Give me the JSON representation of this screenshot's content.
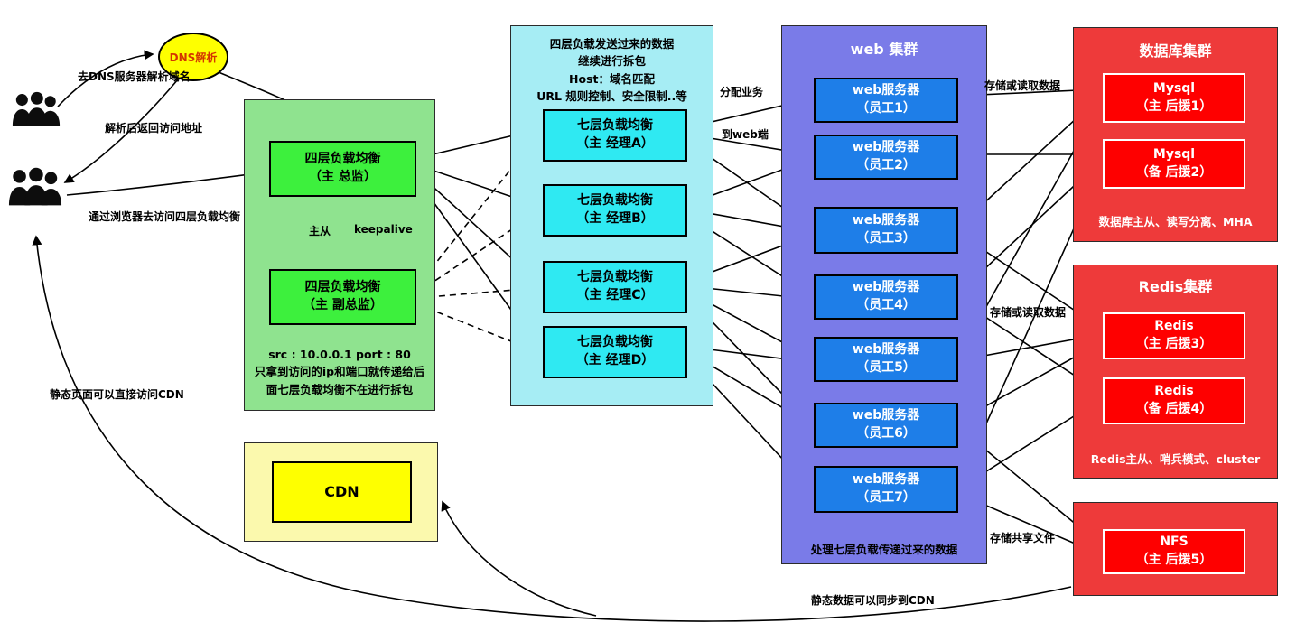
{
  "colors": {
    "l4_container": "#8fe38f",
    "l4_box": "#3df03d",
    "l7_container": "#a6edf4",
    "l7_box": "#2fe9f2",
    "web_container": "#7a7be8",
    "web_box": "#1e7ee8",
    "red_container": "#ee3a3a",
    "red_box": "#fe0000",
    "cdn_container": "#fbf9ad",
    "cdn_box": "#feff00",
    "dns_fill": "#feff00",
    "dns_text": "#d43500"
  },
  "dns": {
    "label": "DNS解析"
  },
  "flow_labels": {
    "to_dns": "去DNS服务器解析域名",
    "dns_return": "解析后返回访问地址",
    "via_browser": "通过浏览器去访问四层负载均衡",
    "static_direct_cdn": "静态页面可以直接访问CDN",
    "master_slave": "主从",
    "keepalive": "keepalive",
    "assign_business": "分配业务",
    "to_web": "到web端",
    "store_read_db": "存储或读取数据",
    "store_read_redis": "存储或读取数据",
    "store_shared_files": "存储共享文件",
    "static_sync_cdn": "静态数据可以同步到CDN"
  },
  "l4_cluster": {
    "master": {
      "line1": "四层负载均衡",
      "line2": "（主  总监）"
    },
    "backup": {
      "line1": "四层负载均衡",
      "line2": "（主 副总监）"
    },
    "note1": "src : 10.0.0.1    port : 80",
    "note2": "只拿到访问的ip和端口就传递给后",
    "note3": "面七层负载均衡不在进行拆包"
  },
  "l7_cluster": {
    "header1": "四层负载发送过来的数据",
    "header2": "继续进行拆包",
    "header3": "Host：域名匹配",
    "header4": "URL 规则控制、安全限制..等",
    "nodes": [
      {
        "line1": "七层负载均衡",
        "line2": "（主  经理A）"
      },
      {
        "line1": "七层负载均衡",
        "line2": "（主  经理B）"
      },
      {
        "line1": "七层负载均衡",
        "line2": "（主  经理C）"
      },
      {
        "line1": "七层负载均衡",
        "line2": "（主  经理D）"
      }
    ]
  },
  "web_cluster": {
    "title": "web 集群",
    "servers": [
      {
        "line1": "web服务器",
        "line2": "（员工1）"
      },
      {
        "line1": "web服务器",
        "line2": "（员工2）"
      },
      {
        "line1": "web服务器",
        "line2": "（员工3）"
      },
      {
        "line1": "web服务器",
        "line2": "（员工4）"
      },
      {
        "line1": "web服务器",
        "line2": "（员工5）"
      },
      {
        "line1": "web服务器",
        "line2": "（员工6）"
      },
      {
        "line1": "web服务器",
        "line2": "（员工7）"
      }
    ],
    "note": "处理七层负载传递过来的数据"
  },
  "db_cluster": {
    "title": "数据库集群",
    "nodes": [
      {
        "line1": "Mysql",
        "line2": "（主 后援1）"
      },
      {
        "line1": "Mysql",
        "line2": "（备 后援2）"
      }
    ],
    "note": "数据库主从、读写分离、MHA"
  },
  "redis_cluster": {
    "title": "Redis集群",
    "nodes": [
      {
        "line1": "Redis",
        "line2": "（主 后援3）"
      },
      {
        "line1": "Redis",
        "line2": "（备 后援4）"
      }
    ],
    "note": "Redis主从、哨兵模式、cluster"
  },
  "nfs_cluster": {
    "node": {
      "line1": "NFS",
      "line2": "（主 后援5）"
    }
  },
  "cdn": {
    "label": "CDN"
  },
  "edges": [
    {
      "from": "users",
      "to": "dns",
      "label_key": "to_dns"
    },
    {
      "from": "dns",
      "to": "users",
      "label_key": "dns_return"
    },
    {
      "from": "dns",
      "to": "l4-master"
    },
    {
      "from": "users",
      "to": "l4-master",
      "label_key": "via_browser"
    },
    {
      "from": "l4-master",
      "to": "l4-backup",
      "style": "double",
      "label_key": "keepalive"
    },
    {
      "from": "l4-master",
      "to": "l7-a,l7-b,l7-c,l7-d",
      "style": "solid"
    },
    {
      "from": "l4-backup",
      "to": "l7-a,l7-b,l7-c,l7-d",
      "style": "dashed"
    },
    {
      "from": "l7-a",
      "to": "web-1,web-2,web-3",
      "label_key": "assign_business"
    },
    {
      "from": "l7-b",
      "to": "web-2,web-3,web-4",
      "label_key": "to_web"
    },
    {
      "from": "l7-c",
      "to": "web-3,web-4,web-5,web-6"
    },
    {
      "from": "l7-d",
      "to": "web-5,web-6,web-7"
    },
    {
      "from": "web-1,web-3,web-5",
      "to": "mysql-master",
      "label_key": "store_read_db"
    },
    {
      "from": "web-2,web-4,web-7",
      "to": "mysql-backup"
    },
    {
      "from": "web-3,web-5,web-6",
      "to": "redis-master",
      "label_key": "store_read_redis"
    },
    {
      "from": "web-4,web-7",
      "to": "redis-backup"
    },
    {
      "from": "web-6,web-7",
      "to": "nfs",
      "label_key": "store_shared_files"
    },
    {
      "from": "nfs",
      "to": "cdn",
      "label_key": "static_sync_cdn"
    },
    {
      "from": "cdn",
      "to": "users",
      "label_key": "static_direct_cdn"
    }
  ]
}
